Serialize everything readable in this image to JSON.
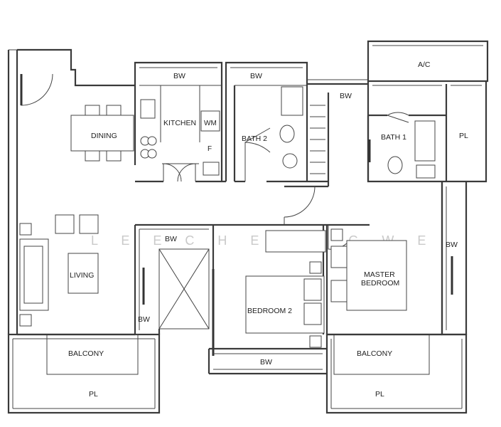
{
  "rooms": {
    "dining": "DINING",
    "kitchen": "KITCHEN",
    "wm": "WM",
    "fridge": "F",
    "bath2": "BATH 2",
    "bath1": "BATH 1",
    "living": "LIVING",
    "master_bedroom_line1": "MASTER",
    "master_bedroom_line2": "BEDROOM",
    "bedroom2": "BEDROOM 2",
    "balcony_left": "BALCONY",
    "balcony_right": "BALCONY",
    "ac": "A/C",
    "pl_right": "PL",
    "pl_bottom_left": "PL",
    "pl_bottom_right": "PL",
    "bw_kitchen": "BW",
    "bw_bath2": "BW",
    "bw_corridor": "BW",
    "bw_center": "BW",
    "bw_void_left": "BW",
    "bw_right": "BW",
    "bw_bottom": "BW"
  },
  "watermark": "L E E   C H E O N G   W E"
}
